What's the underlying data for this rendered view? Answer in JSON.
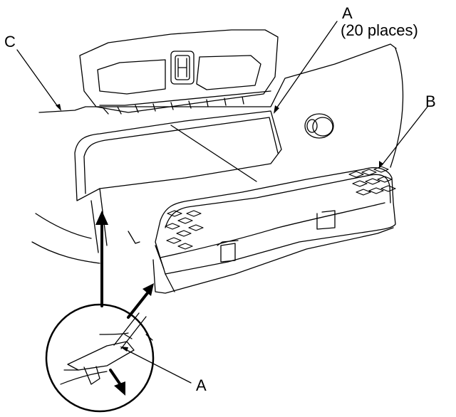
{
  "callouts": {
    "a_top": {
      "letter": "A",
      "note": "(20 places)"
    },
    "b": {
      "letter": "B"
    },
    "c": {
      "letter": "C"
    },
    "a_detail": {
      "letter": "A"
    }
  },
  "colors": {
    "line": "#000000",
    "background": "#ffffff"
  }
}
